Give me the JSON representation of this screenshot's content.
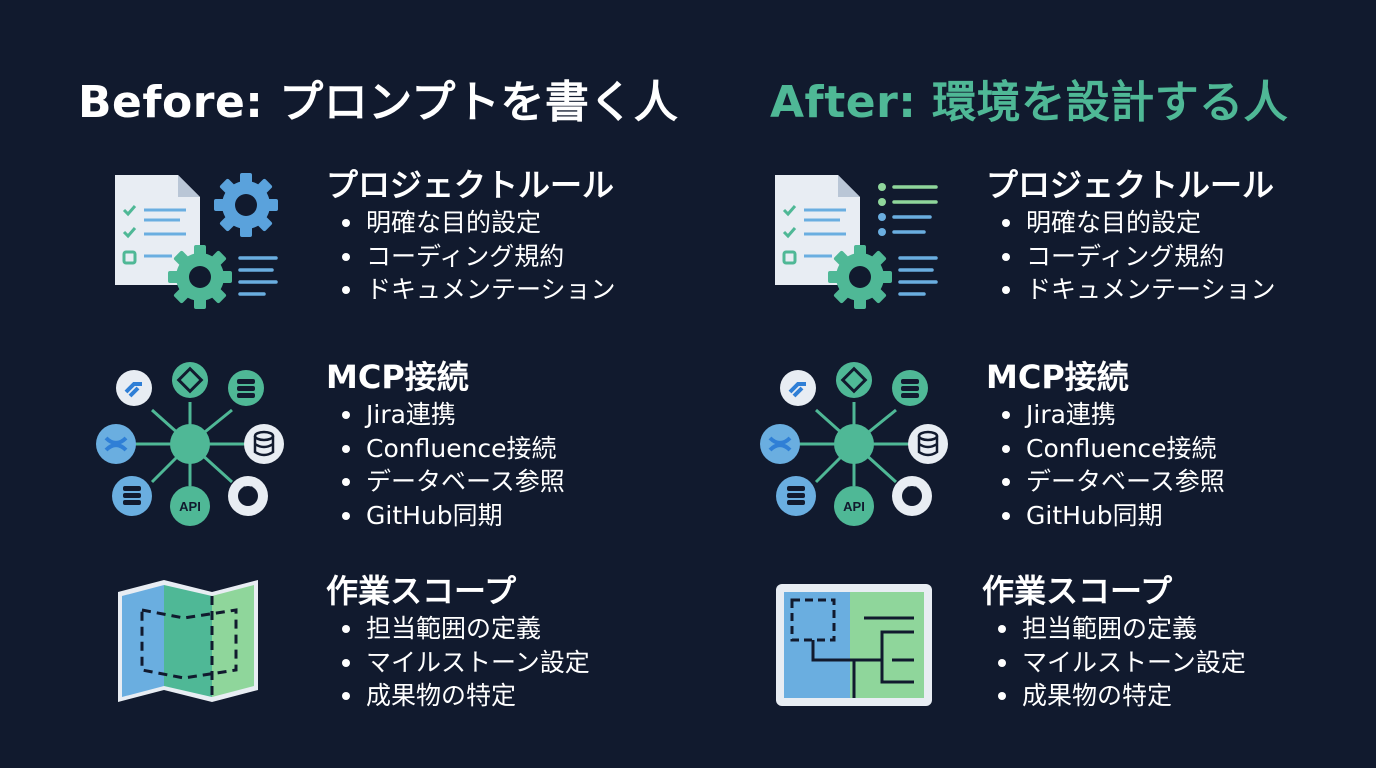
{
  "columns": {
    "before": {
      "title": "Before: プロンプトを書く人",
      "sections": [
        {
          "title": "プロジェクトルール",
          "icon": "document-gear-icon",
          "bullets": [
            "明確な目的設定",
            "コーディング規約",
            "ドキュメンテーション"
          ]
        },
        {
          "title": "MCP接続",
          "icon": "mcp-hub-icon",
          "bullets": [
            "Jira連携",
            "Confluence接続",
            "データベース参照",
            "GitHub同期"
          ]
        },
        {
          "title": "作業スコープ",
          "icon": "folded-map-icon",
          "bullets": [
            "担当範囲の定義",
            "マイルストーン設定",
            "成果物の特定"
          ]
        }
      ]
    },
    "after": {
      "title": "After: 環境を設計する人",
      "sections": [
        {
          "title": "プロジェクトルール",
          "icon": "document-list-icon",
          "bullets": [
            "明確な目的設定",
            "コーディング規約",
            "ドキュメンテーション"
          ]
        },
        {
          "title": "MCP接続",
          "icon": "mcp-hub-icon",
          "bullets": [
            "Jira連携",
            "Confluence接続",
            "データベース参照",
            "GitHub同期"
          ]
        },
        {
          "title": "作業スコープ",
          "icon": "scope-board-icon",
          "bullets": [
            "担当範囲の定義",
            "マイルストーン設定",
            "成果物の特定"
          ]
        }
      ]
    }
  },
  "hub_labels": {
    "api": "API"
  },
  "colors": {
    "background": "#111a2e",
    "accent_green": "#4fb896",
    "light_blue": "#6aaee0",
    "light_green": "#8fd69b"
  }
}
